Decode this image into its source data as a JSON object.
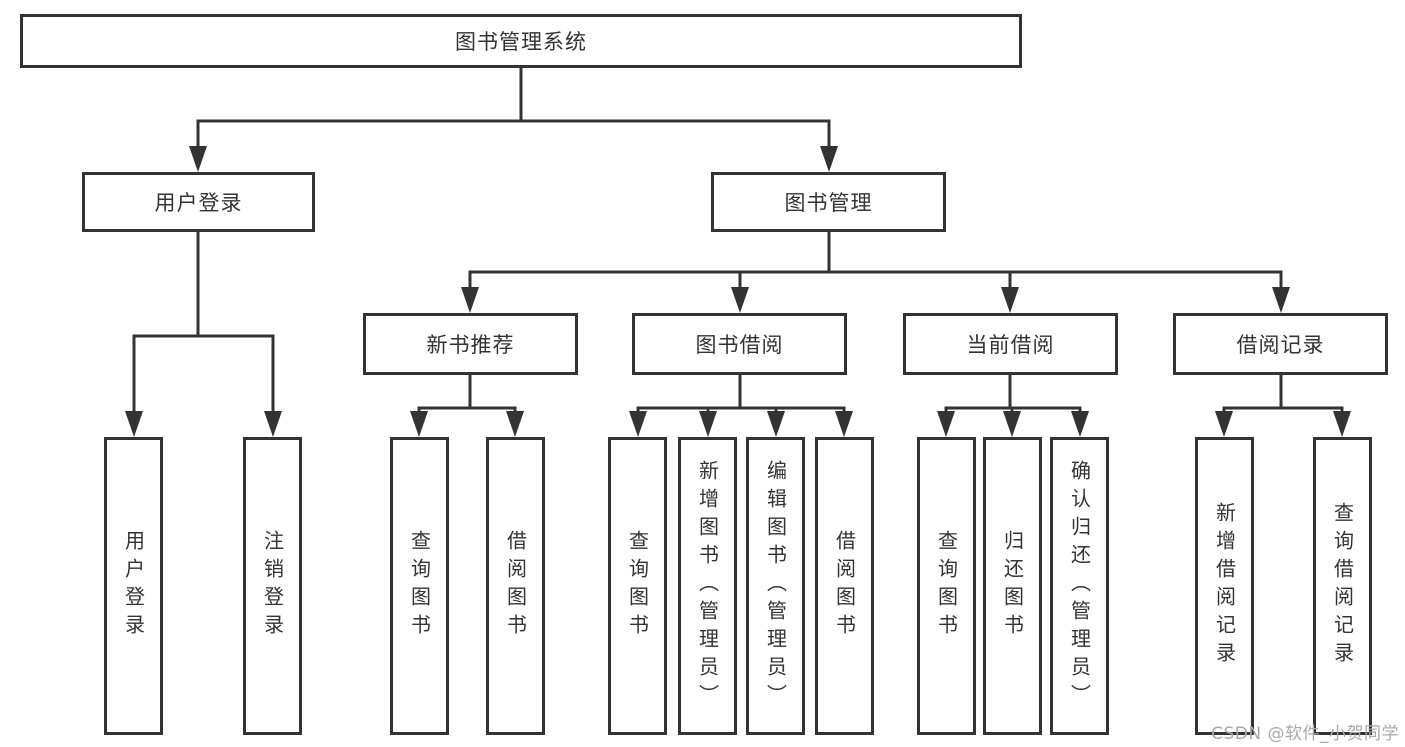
{
  "diagram": {
    "root": "图书管理系统",
    "branches": {
      "user_login": {
        "label": "用户登录",
        "children": [
          "用户登录",
          "注销登录"
        ]
      },
      "book_mgmt": {
        "label": "图书管理",
        "sections": {
          "new_books": {
            "label": "新书推荐",
            "children": [
              "查询图书",
              "借阅图书"
            ]
          },
          "borrowing": {
            "label": "图书借阅",
            "children": [
              "查询图书",
              "新增图书（管理员）",
              "编辑图书（管理员）",
              "借阅图书"
            ]
          },
          "current": {
            "label": "当前借阅",
            "children": [
              "查询图书",
              "归还图书",
              "确认归还（管理员）"
            ]
          },
          "records": {
            "label": "借阅记录",
            "children": [
              "新增借阅记录",
              "查询借阅记录"
            ]
          }
        }
      }
    }
  },
  "watermark": "CSDN @软件_小贺同学",
  "colors": {
    "line": "#333333",
    "text": "#333333",
    "watermark": "#a9a9a9",
    "background": "#ffffff"
  }
}
